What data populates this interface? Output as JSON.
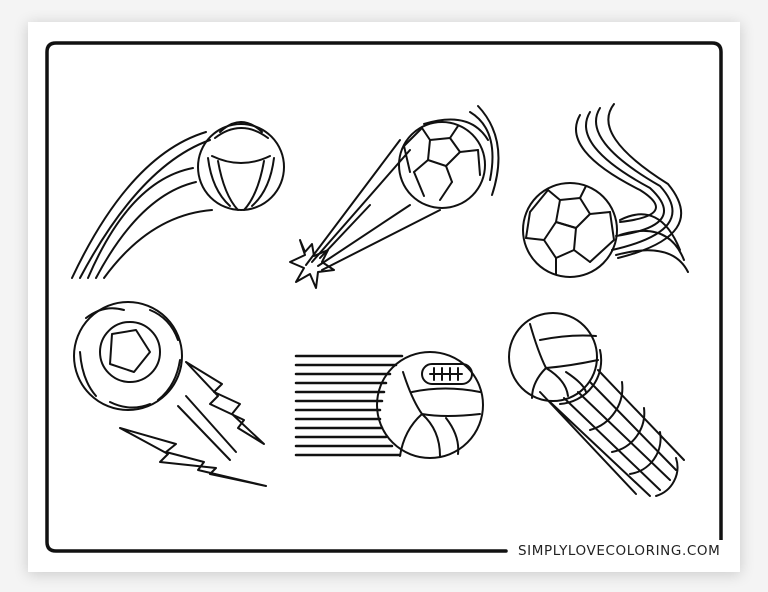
{
  "page": {
    "background": "#f4f4f4",
    "sheet_color": "#ffffff",
    "line_color": "#111111",
    "credit": "SIMPLYLOVECOLORING.COM"
  },
  "illustrations": [
    {
      "name": "soccer-ball-curved-trail",
      "position": "top-left"
    },
    {
      "name": "soccer-ball-starburst",
      "position": "top-center"
    },
    {
      "name": "soccer-ball-s-swirl",
      "position": "top-right"
    },
    {
      "name": "soccer-ball-lightning",
      "position": "bottom-left"
    },
    {
      "name": "volleyball-speed-lines",
      "position": "bottom-center"
    },
    {
      "name": "volleyball-motion-rings",
      "position": "bottom-right"
    }
  ]
}
